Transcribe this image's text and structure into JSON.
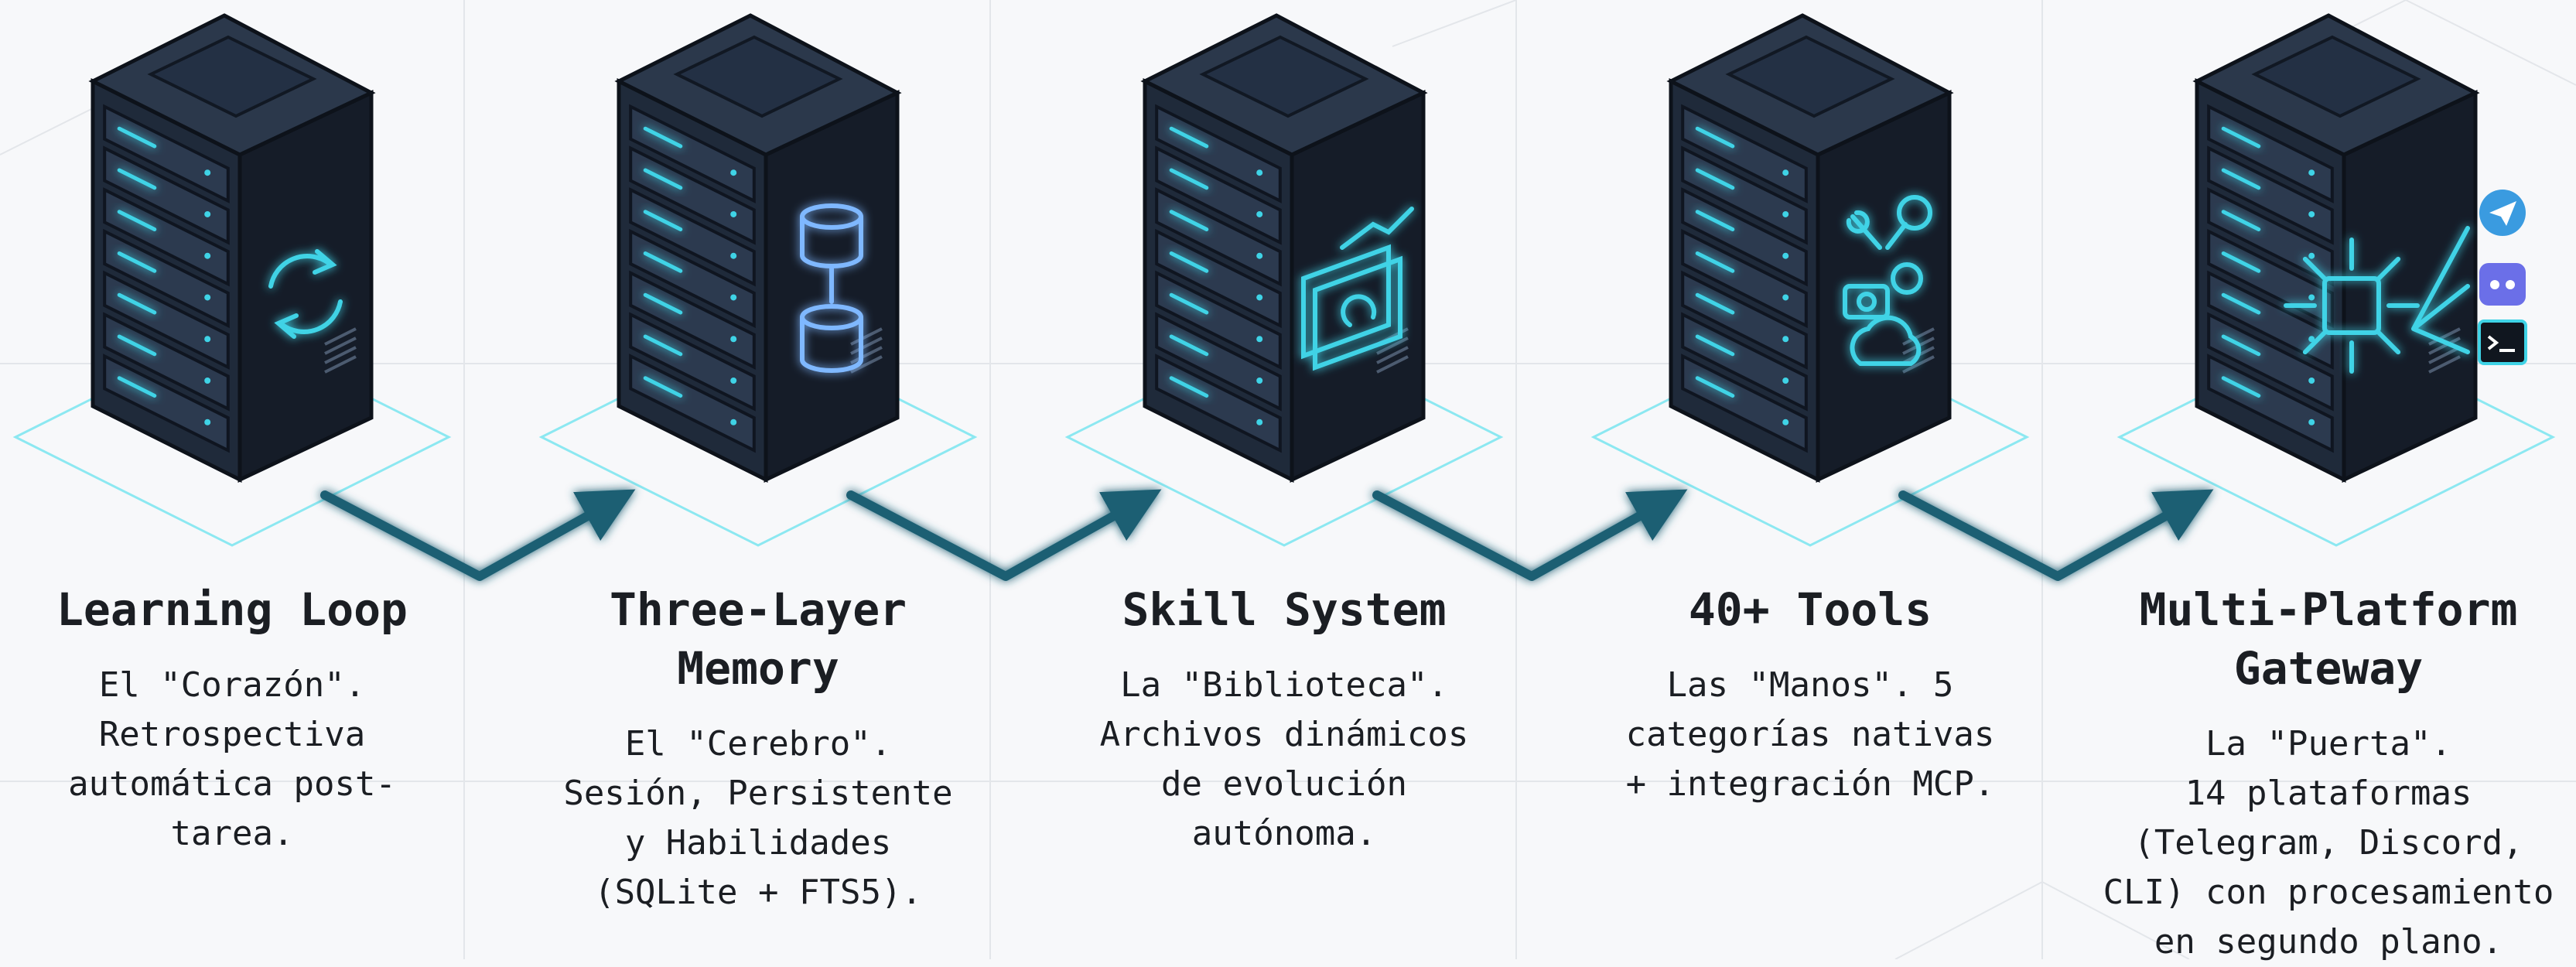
{
  "diagram": {
    "modules": [
      {
        "title_lines": [
          "Learning Loop"
        ],
        "desc_lines": [
          "El \"Corazón\".",
          "Retrospectiva",
          "automática post-",
          "tarea."
        ],
        "icon": "sync-arrows-icon"
      },
      {
        "title_lines": [
          "Three-Layer",
          "Memory"
        ],
        "desc_lines": [
          "El \"Cerebro\".",
          "Sesión, Persistente",
          "y Habilidades",
          "(SQLite + FTS5)."
        ],
        "icon": "database-stack-icon"
      },
      {
        "title_lines": [
          "Skill System"
        ],
        "desc_lines": [
          "La \"Biblioteca\".",
          "Archivos dinámicos",
          "de evolución",
          "autónoma."
        ],
        "icon": "folder-growth-icon"
      },
      {
        "title_lines": [
          "40+ Tools"
        ],
        "desc_lines": [
          "Las \"Manos\". 5",
          "categorías nativas",
          "+ integración MCP."
        ],
        "icon": "tools-icon"
      },
      {
        "title_lines": [
          "Multi-Platform",
          "Gateway"
        ],
        "desc_lines": [
          "La \"Puerta\".",
          "14 plataformas",
          "(Telegram, Discord,",
          "CLI) con procesamiento",
          "en segundo plano."
        ],
        "icon": "gateway-hub-icon",
        "platform_icons": [
          "telegram-icon",
          "discord-icon",
          "terminal-icon"
        ]
      }
    ],
    "colors": {
      "background": "#f7f8fa",
      "server_front": "#1f2a3a",
      "server_side": "#151c28",
      "server_top": "#2b384b",
      "accent": "#3fd3e6",
      "arrow": "#1f5f73",
      "text": "#1b1e23"
    }
  }
}
